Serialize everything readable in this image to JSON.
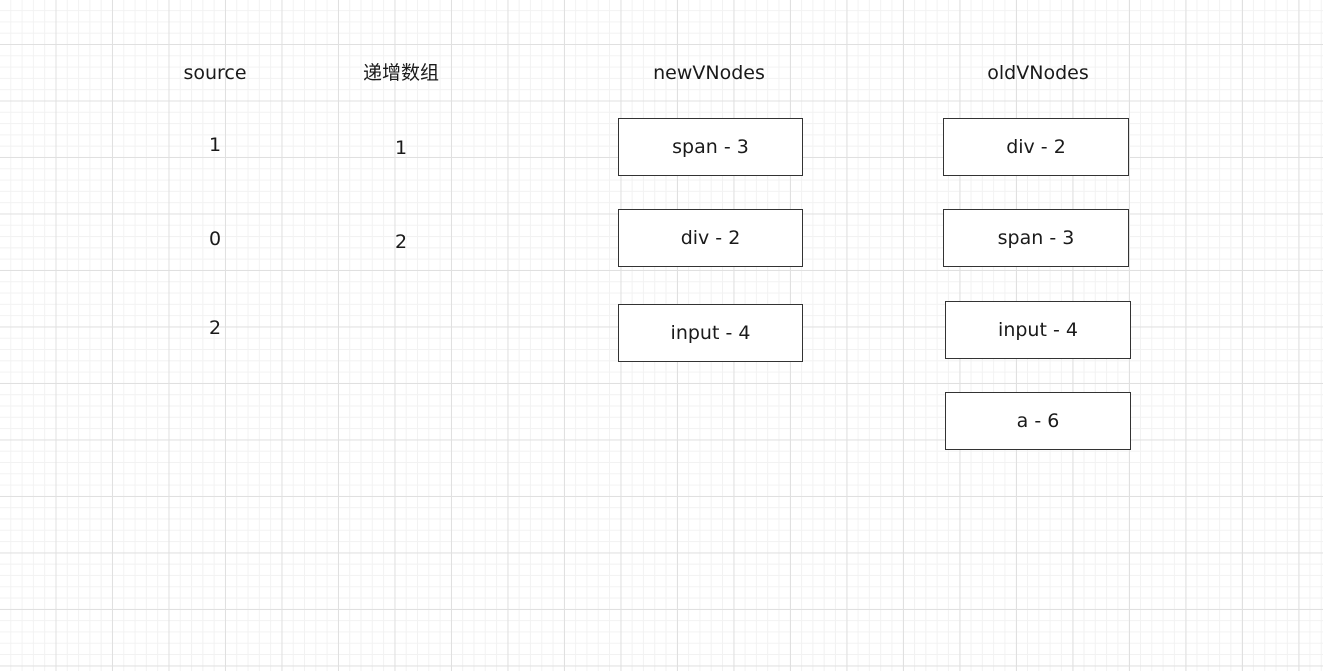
{
  "headers": {
    "source": "source",
    "increasing": "递增数组",
    "new_vnodes": "newVNodes",
    "old_vnodes": "oldVNodes"
  },
  "source_values": [
    "1",
    "0",
    "2"
  ],
  "increasing_values": [
    "1",
    "2"
  ],
  "new_vnodes": [
    "span - 3",
    "div - 2",
    "input - 4"
  ],
  "old_vnodes": [
    "div - 2",
    "span - 3",
    "input - 4",
    "a - 6"
  ]
}
